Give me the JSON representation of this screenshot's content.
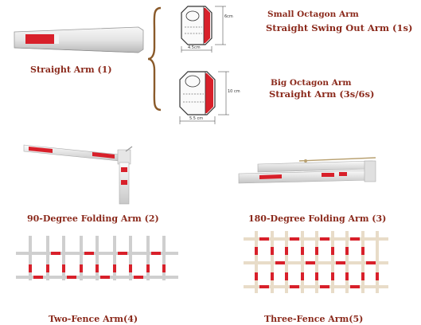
{
  "captions": {
    "straight_arm": "Straight Arm (1)",
    "small_octagon": "Small Octagon Arm",
    "straight_swing_out": "Straight Swing Out Arm (1s)",
    "big_octagon": "Big Octagon Arm",
    "straight_arm_3s6s": "Straight Arm (3s/6s)",
    "folding_90": "90-Degree Folding Arm (2)",
    "folding_180": "180-Degree Folding Arm (3)",
    "two_fence": "Two-Fence Arm(4)",
    "three_fence": "Three-Fence Arm(5)"
  },
  "dimensions": {
    "small_height": "6cm",
    "small_width": "4.5cm",
    "big_height": "10 cm",
    "big_width": "5.5 cm"
  },
  "colors": {
    "caption": "#8b2a1c",
    "stripe_red": "#d8202a",
    "bracket": "#8a5a2a"
  }
}
